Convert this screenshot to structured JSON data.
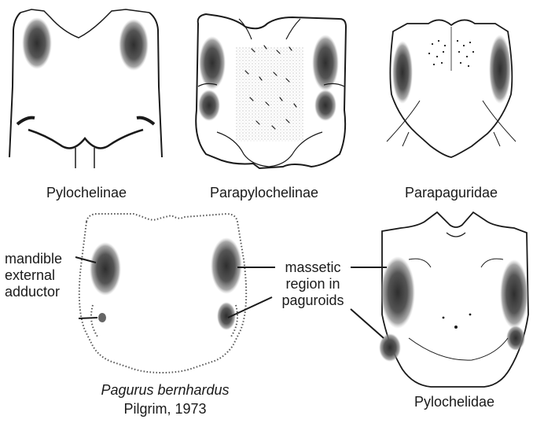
{
  "panels": [
    {
      "label": "Pylochelinae"
    },
    {
      "label": "Parapylochelinae"
    },
    {
      "label": "Parapaguridae"
    },
    {
      "label_italic": "Pagurus bernhardus",
      "label": "Pilgrim, 1973"
    },
    {
      "label": "Pylochelidae"
    }
  ],
  "annotations": {
    "left": [
      "mandible",
      "external",
      "adductor"
    ],
    "right": [
      "massetic",
      "region in",
      "paguroids"
    ]
  },
  "colors": {
    "ink": "#1a1a1a",
    "shading": "#4a4a4a"
  }
}
